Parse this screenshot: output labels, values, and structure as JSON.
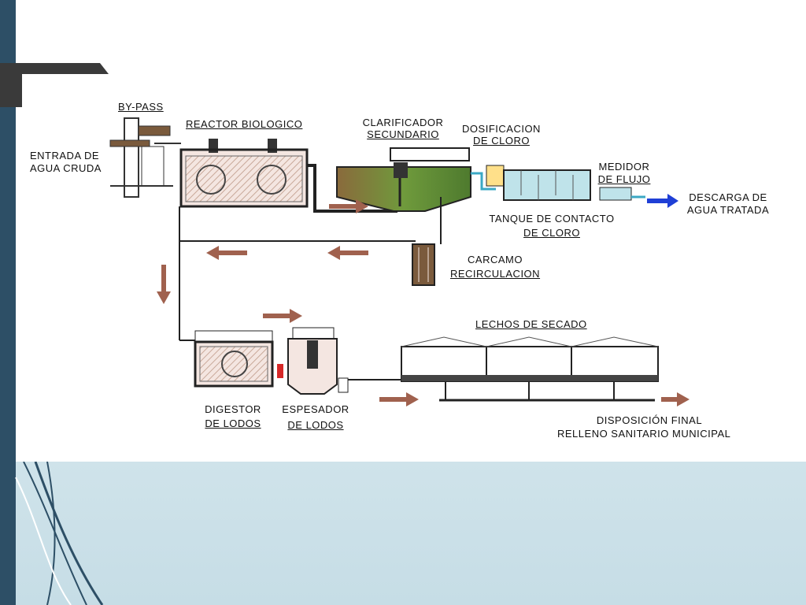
{
  "labels": {
    "bypass": "BY-PASS",
    "entrada_1": "ENTRADA DE",
    "entrada_2": "AGUA CRUDA",
    "reactor": "REACTOR BIOLOGICO",
    "clarificador_1": "CLARIFICADOR",
    "clarificador_2": "SECUNDARIO",
    "dosificacion_1": "DOSIFICACION",
    "dosificacion_2": "DE CLORO",
    "medidor_1": "MEDIDOR",
    "medidor_2": "DE FLUJO",
    "descarga_1": "DESCARGA DE",
    "descarga_2": "AGUA TRATADA",
    "tanque_1": "TANQUE DE CONTACTO",
    "tanque_2": "DE CLORO",
    "carcamo_1": "CARCAMO",
    "carcamo_2": "RECIRCULACION",
    "lechos": "LECHOS DE SECADO",
    "digestor_1": "DIGESTOR",
    "digestor_2": "DE LODOS",
    "espesador_1": "ESPESADOR",
    "espesador_2": "DE LODOS",
    "disposicion_1": "DISPOSICIÓN FINAL",
    "disposicion_2": "RELLENO SANITARIO MUNICIPAL"
  },
  "colors": {
    "sidebar": "#2d4f66",
    "flow_arrow": "#a0614e",
    "discharge_arrow": "#1f3fd6",
    "water_green": "#6f9a3c",
    "chlorine_water": "#bfe3ea"
  }
}
